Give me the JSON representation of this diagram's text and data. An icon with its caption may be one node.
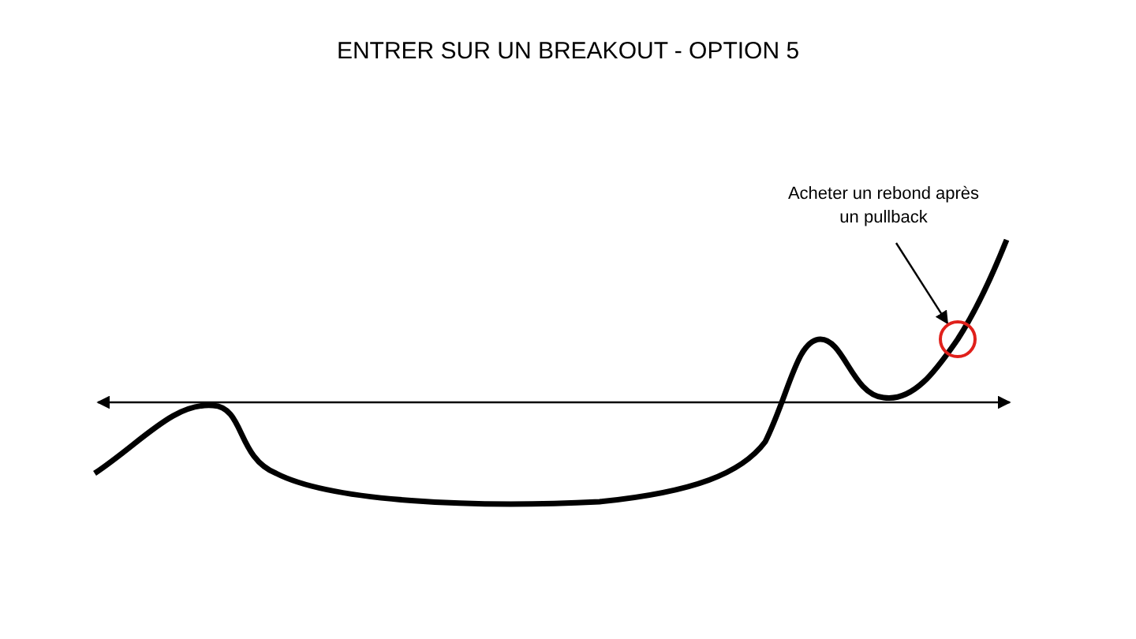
{
  "diagram": {
    "title": "ENTRER SUR UN BREAKOUT - OPTION 5",
    "nodes": [
      {
        "text": [
          "Acheter un rebond après un pullback"
        ]
      },
      {
        "text": [],
        "shape": "circle"
      }
    ],
    "edges": [
      {
        "from": 0,
        "to": 1,
        "arrow": "to"
      }
    ]
  }
}
